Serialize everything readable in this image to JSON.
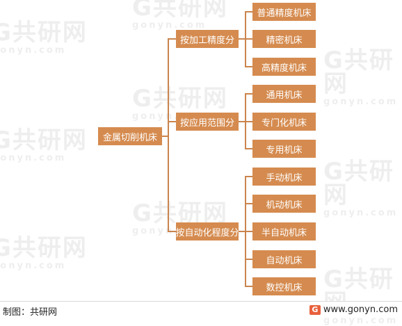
{
  "watermark": {
    "brand": "共研网",
    "url": "gonyn.com",
    "logo_glyph": "G"
  },
  "root": {
    "label": "金属切削机床"
  },
  "categories": [
    {
      "label": "按加工精度分",
      "children": [
        "普通精度机床",
        "精密机床",
        "高精度机床"
      ]
    },
    {
      "label": "按应用范围分",
      "children": [
        "通用机床",
        "专门化机床",
        "专用机床"
      ]
    },
    {
      "label": "按自动化程度分",
      "children": [
        "手动机床",
        "机动机床",
        "半自动机床",
        "自动机床",
        "数控机床"
      ]
    }
  ],
  "footer": {
    "credit": "制图：共研网",
    "site": "www.gonyn.com",
    "logo_glyph": "G"
  },
  "colors": {
    "node_fill": "#d58b4f",
    "line": "#c9844d",
    "text": "#ffffff"
  }
}
